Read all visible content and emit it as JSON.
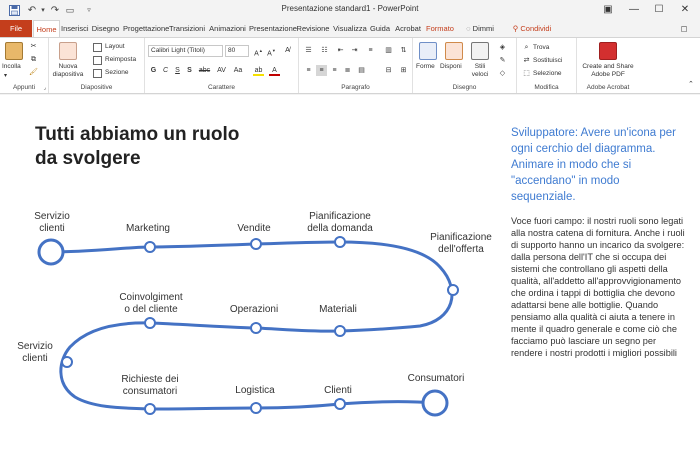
{
  "window": {
    "doc_title": "Presentazione standard1  -  PowerPoint"
  },
  "tabs": [
    "File",
    "Home",
    "Inserisci",
    "Disegno",
    "Progettazione",
    "Transizioni",
    "Animazioni",
    "Presentazione",
    "Revisione",
    "Visualizza",
    "Guida",
    "Acrobat",
    "Formato",
    "Dimmi",
    "Condividi"
  ],
  "ribbon": {
    "clipboard": {
      "paste": "Incolla",
      "label": "Appunti"
    },
    "slides": {
      "new_slide": "Nuova diapositiva",
      "layout": "Layout",
      "reset": "Reimposta",
      "section": "Sezione",
      "label": "Diapositive"
    },
    "font": {
      "font_name": "Calibri Light (Titoli)",
      "font_size": "80",
      "label": "Carattere"
    },
    "paragraph": {
      "label": "Paragrafo"
    },
    "drawing": {
      "shapes": "Forme",
      "arrange": "Disponi",
      "styles": "Stili veloci",
      "label": "Disegno"
    },
    "editing": {
      "find": "Trova",
      "replace": "Sostituisci",
      "select": "Selezione",
      "label": "Modifica"
    },
    "acrobat": {
      "create_share": "Create and Share Adobe PDF",
      "label": "Adobe Acrobat"
    }
  },
  "slide": {
    "title": "Tutti abbiamo un ruolo da svolgere",
    "side_note": "Sviluppatore: Avere un'icona per ogni cerchio del diagramma. Animare in modo che si \"accendano\" in modo sequenziale.",
    "voiceover": "Voce fuori campo: il nostri ruoli sono legati alla nostra catena di fornitura. Anche i ruoli di supporto hanno un incarico da svolgere: dalla persona dell'IT che si occupa dei sistemi che controllano gli aspetti della qualità, all'addetto all'approvvigionamento che ordina i tappi di bottiglia che devono adattarsi bene alle bottiglie. Quando pensiamo alla qualità ci aiuta a tenere in mente il quadro generale e come ciò che facciamo può lasciare un segno per rendere i nostri prodotti i migliori possibili",
    "nodes": [
      "Servizio clienti",
      "Marketing",
      "Vendite",
      "Pianificazione della domanda",
      "Pianificazione dell'offerta",
      "Coinvolgimento del cliente",
      "Operazioni",
      "Materiali",
      "Servizio clienti",
      "Richieste dei consumatori",
      "Logistica",
      "Clienti",
      "Consumatori"
    ],
    "node_labels": {
      "n0": "Servizio\nclienti",
      "n1": "Marketing",
      "n2": "Vendite",
      "n3": "Pianificazione\ndella domanda",
      "n4": "Pianificazione\ndell'offerta",
      "n5": "Coinvolgiment\no del cliente",
      "n6": "Operazioni",
      "n7": "Materiali",
      "n8": "Servizio\nclienti",
      "n9": "Richieste dei\nconsumatori",
      "n10": "Logistica",
      "n11": "Clienti",
      "n12": "Consumatori"
    }
  },
  "colors": {
    "accent": "#c43e1c",
    "diagram": "#4472c4",
    "note": "#3f7bd1"
  }
}
